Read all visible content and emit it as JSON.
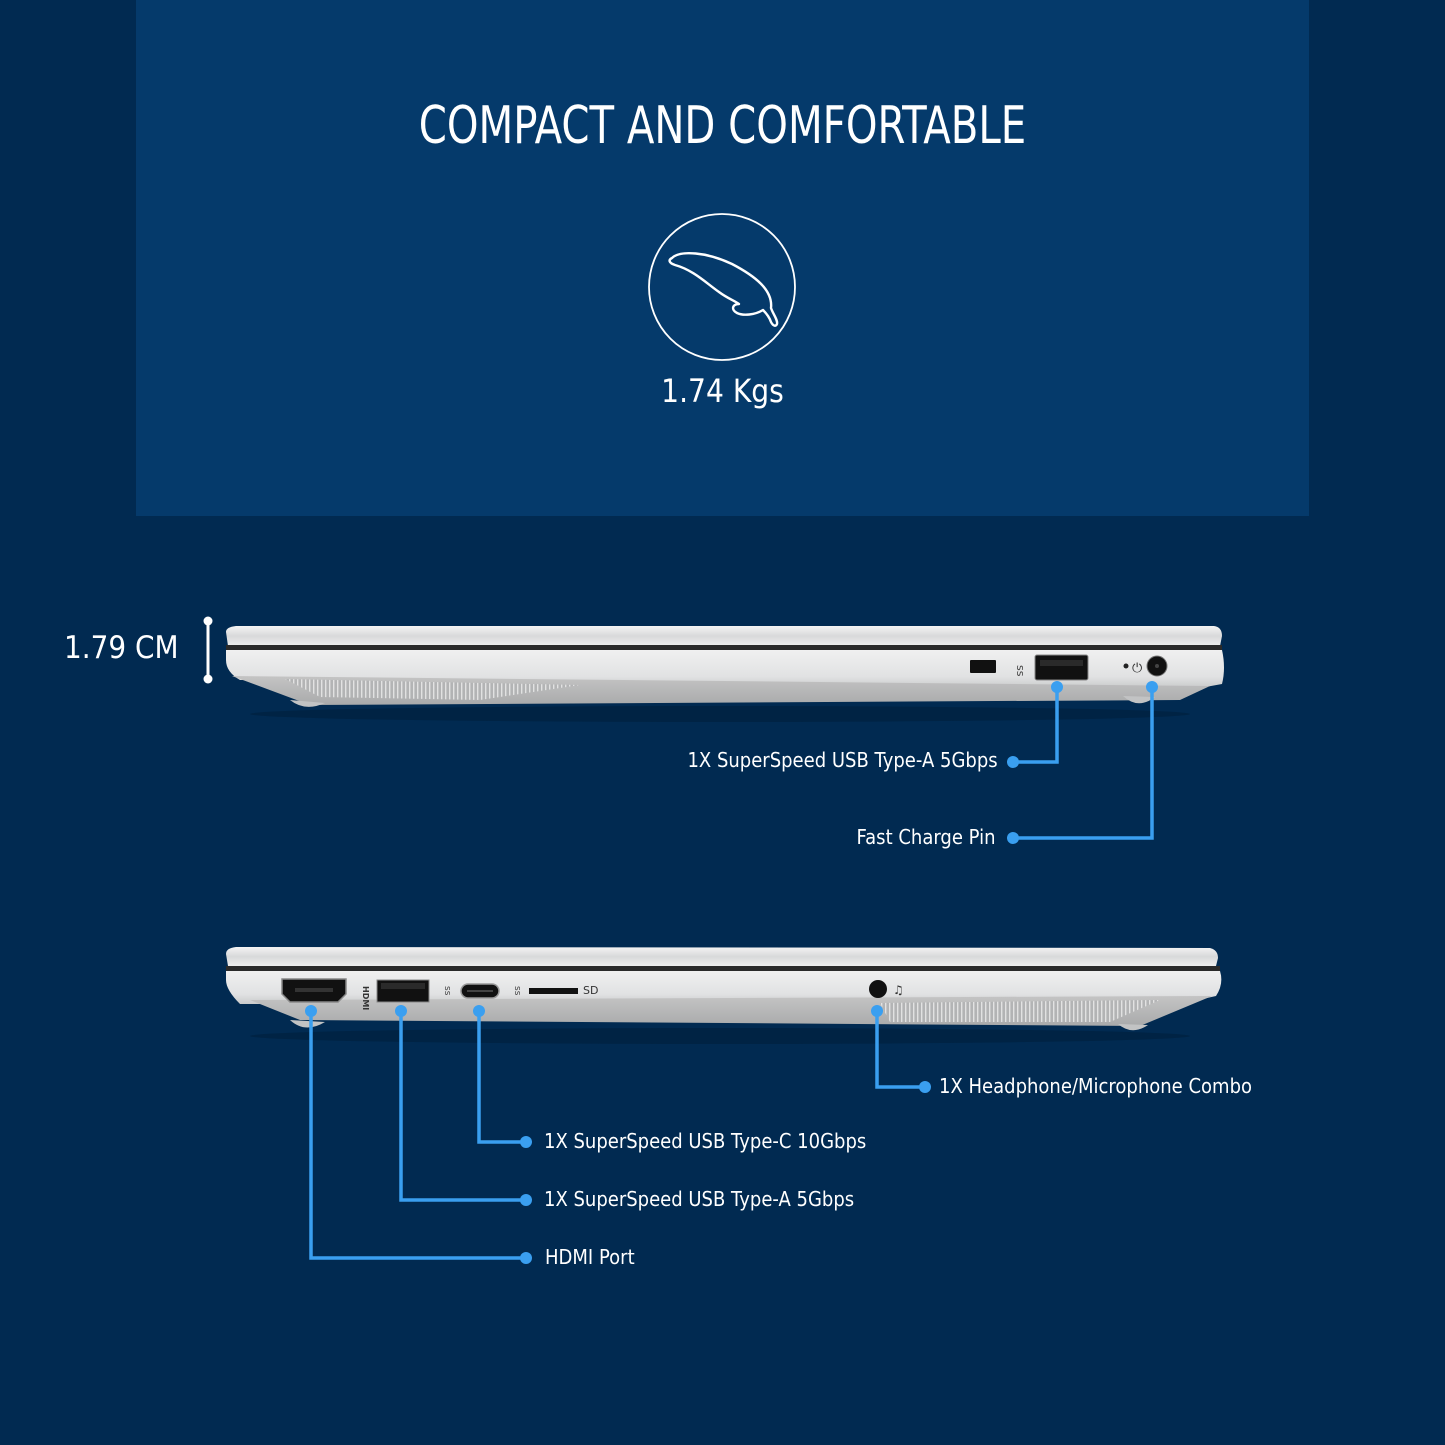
{
  "header": {
    "title": "COMPACT AND COMFORTABLE",
    "weight_icon": "feather-icon",
    "weight": "1.74 Kgs"
  },
  "thickness": {
    "value": "1.79 CM",
    "icon": "dimension-bar-icon"
  },
  "right_side_view": {
    "port_marks": [
      "lock-slot",
      "usb-ss-icon",
      "usb-a-port",
      "led-dot",
      "power-plug-icon",
      "dc-jack"
    ],
    "callouts": [
      {
        "id": "usb-a-right",
        "label": "1X SuperSpeed USB Type-A 5Gbps"
      },
      {
        "id": "charge-pin",
        "label": "Fast Charge Pin"
      }
    ]
  },
  "left_side_view": {
    "port_marks": [
      "hdmi-port",
      "hdmi-logo",
      "usb-a-port",
      "usb-ss-icon",
      "usb-c-port",
      "usb-ss-charge-icon",
      "sd-slot",
      "audio-jack",
      "headset-icon"
    ],
    "sd_mark": "SD",
    "callouts": [
      {
        "id": "audio-combo",
        "label": "1X Headphone/Microphone Combo"
      },
      {
        "id": "usb-c",
        "label": "1X SuperSpeed USB Type-C 10Gbps"
      },
      {
        "id": "usb-a-left",
        "label": "1X SuperSpeed USB Type-A 5Gbps"
      },
      {
        "id": "hdmi",
        "label": "HDMI Port"
      }
    ]
  },
  "colors": {
    "background": "#012a51",
    "panel": "#053a6b",
    "leader_line": "#3a9ff0",
    "chassis": "#d9dadb",
    "text": "#ffffff"
  }
}
